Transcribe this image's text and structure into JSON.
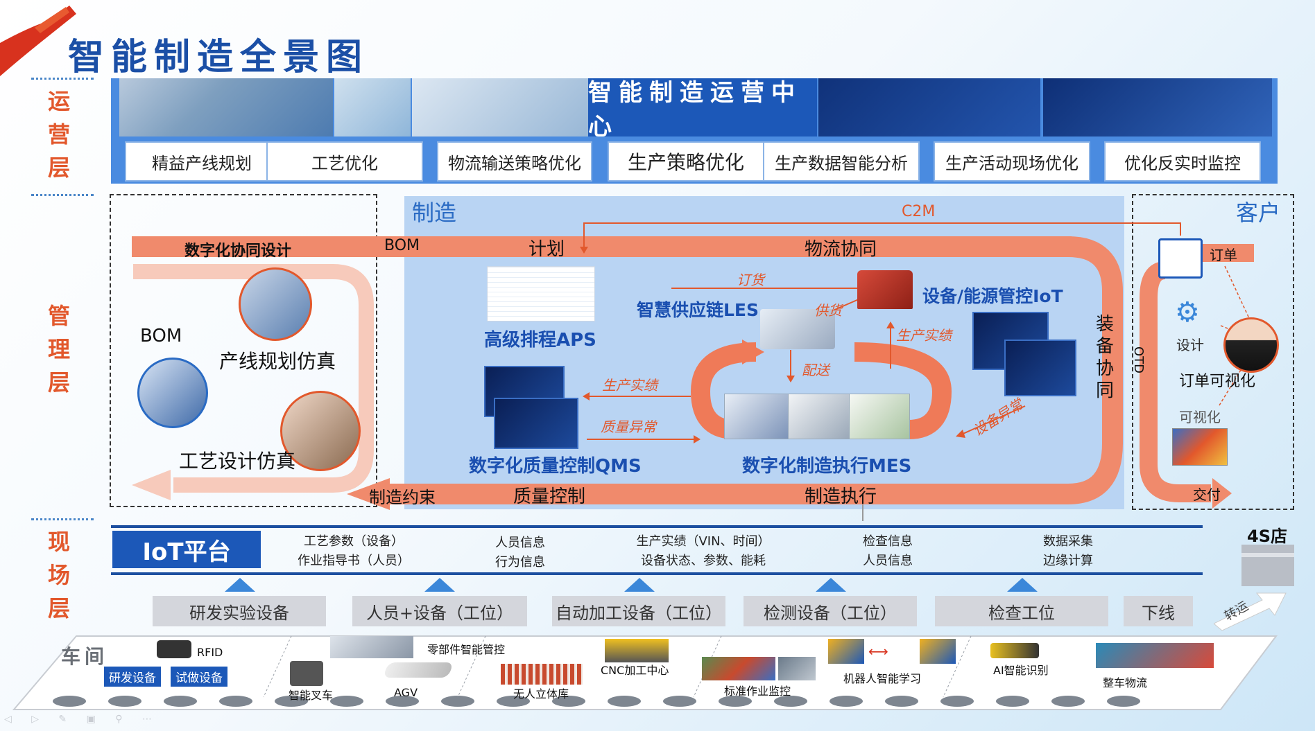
{
  "title": "智能制造全景图",
  "layers": {
    "ops": "运营层",
    "mgmt": "管理层",
    "field": "现场层"
  },
  "ops": {
    "banner": "智能制造运营中心",
    "boxes": [
      "精益产线规划",
      "工艺优化",
      "物流输送策略优化",
      "生产策略优化",
      "生产数据智能分析",
      "生产活动现场优化",
      "优化反实时监控"
    ]
  },
  "mgmt": {
    "design": {
      "arrow_label": "数字化协同设计",
      "bom": "BOM",
      "line_sim": "产线规划仿真",
      "proc_sim": "工艺设计仿真"
    },
    "mfg": {
      "label": "制造",
      "c2m": "C2M",
      "bom": "BOM",
      "plan": "计划",
      "logistics": "物流协同",
      "equip_collab": "装备协同",
      "aps": "高级排程APS",
      "les": "智慧供应链LES",
      "iot": "设备/能源管控IoT",
      "qms": "数字化质量控制QMS",
      "mes": "数字化制造执行MES",
      "order_goods": "订货",
      "supply": "供货",
      "delivery": "配送",
      "prod_result1": "生产实绩",
      "prod_result2": "生产实绩",
      "quality_abn": "质量异常",
      "equip_abn": "设备异常",
      "constraint": "制造约束",
      "quality_ctrl": "质量控制",
      "execution": "制造执行"
    },
    "customer": {
      "label": "客户",
      "order": "订单",
      "otd": "OTD",
      "design": "设计",
      "order_vis": "订单可视化",
      "visual": "可视化",
      "deliver": "交付"
    }
  },
  "field": {
    "iot_platform": "IoT平台",
    "iot_info": [
      [
        "工艺参数（设备）",
        "作业指导书（人员）"
      ],
      [
        "人员信息",
        "行为信息"
      ],
      [
        "生产实绩（VIN、时间）",
        "设备状态、参数、能耗"
      ],
      [
        "检查信息",
        "人员信息"
      ],
      [
        "数据采集",
        "边缘计算"
      ]
    ],
    "store": "4S店",
    "transfer": "转运",
    "equipment": [
      "研发实验设备",
      "人员+设备（工位）",
      "自动加工设备（工位）",
      "检测设备（工位）",
      "检查工位",
      "下线"
    ],
    "floor": {
      "workshop": "车间",
      "rfid": "RFID",
      "rd_equip": "研发设备",
      "trial_equip": "试做设备",
      "parts_ctrl": "零部件智能管控",
      "forklift": "智能叉车",
      "agv": "AGV",
      "warehouse": "无人立体库",
      "cnc": "CNC加工中心",
      "std_monitor": "标准作业监控",
      "robot": "机器人智能学习",
      "ai": "AI智能识别",
      "vehicle_logistics": "整车物流"
    }
  },
  "colors": {
    "accent": "#e2582c",
    "brand": "#1c58b8",
    "flow": "#f08a6c"
  }
}
